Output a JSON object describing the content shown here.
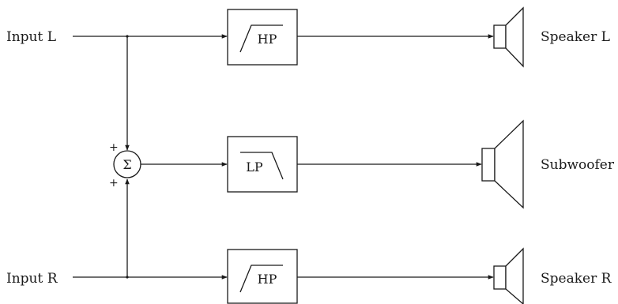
{
  "inputs": {
    "left": "Input L",
    "right": "Input R"
  },
  "filters": {
    "highpass_top": "HP",
    "lowpass": "LP",
    "highpass_bottom": "HP"
  },
  "summer": {
    "symbol": "Σ",
    "sign_top": "+",
    "sign_bottom": "+"
  },
  "outputs": {
    "speaker_left": "Speaker L",
    "subwoofer": "Subwoofer",
    "speaker_right": "Speaker R"
  },
  "icons": [
    "speaker-icon",
    "summing-junction-icon",
    "highpass-filter-icon",
    "lowpass-filter-icon"
  ]
}
